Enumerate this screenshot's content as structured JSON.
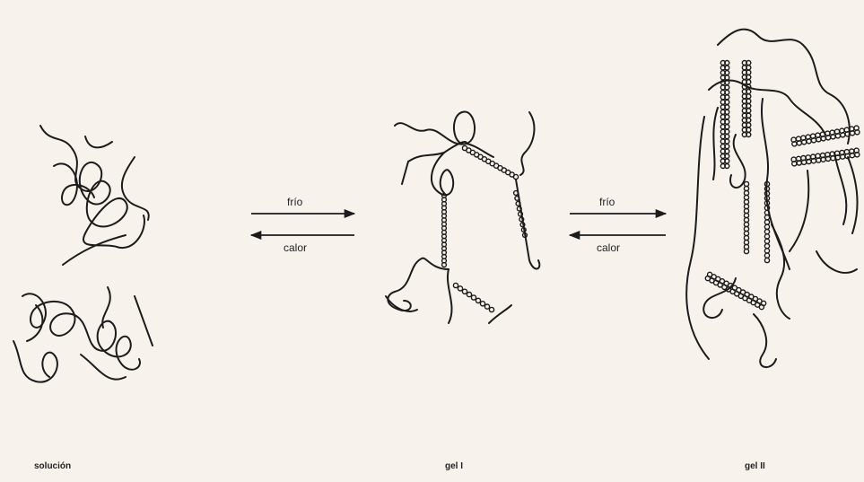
{
  "labels": {
    "solution": "solución",
    "gel1": "gel I",
    "gel2": "gel II"
  },
  "arrows": [
    {
      "forward": "frío",
      "reverse": "calor"
    },
    {
      "forward": "frío",
      "reverse": "calor"
    }
  ],
  "colors": {
    "background": "#f7f3ec",
    "line": "#1c1c1c"
  }
}
